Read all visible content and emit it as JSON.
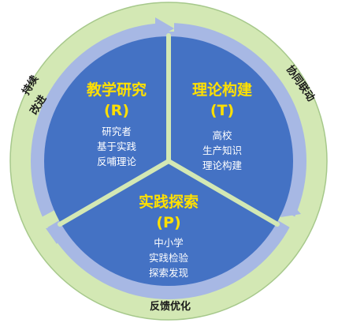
{
  "colors": {
    "outer_ring": "#d3e8b4",
    "outer_ring_stroke": "#a6c88b",
    "arrow_band": "#a7b8e4",
    "center": "#4472c4",
    "divider": "#d3e8b4",
    "title": "#ffe000",
    "subtitle": "#ffffff"
  },
  "sectors": {
    "research": {
      "title": "教学研究",
      "code": "(R)",
      "lines": [
        "研究者",
        "基于实践",
        "反哺理论"
      ]
    },
    "theory": {
      "title": "理论构建",
      "code": "(T)",
      "lines": [
        "高校",
        "生产知识",
        "理论构建"
      ]
    },
    "practice": {
      "title": "实践探索",
      "code": "(P)",
      "lines": [
        "中小学",
        "实践检验",
        "探索发现"
      ]
    }
  },
  "ring_labels": {
    "left_1": "持续",
    "left_2": "改进",
    "right": "协同联动",
    "bottom": "反馈优化"
  }
}
